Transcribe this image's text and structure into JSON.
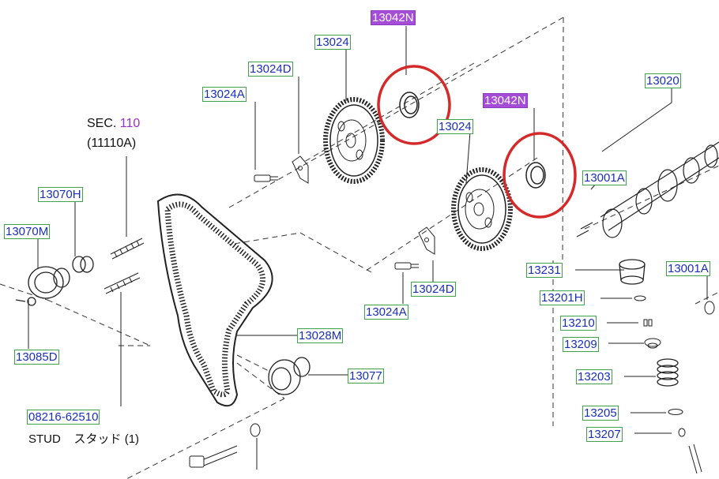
{
  "parts": {
    "seal_top": "13042N",
    "seal_right": "13042N",
    "sprocket_top": "13024",
    "sprocket_mid": "13024",
    "key_top": "13024D",
    "bolt_top": "13024A",
    "camshaft": "13020",
    "camshaft_plug": "13001A",
    "camshaft_plug_right": "13001A",
    "tensioner_spring": "13070H",
    "tensioner": "13070M",
    "tensioner_bolt": "13085D",
    "key_mid": "13024D",
    "bolt_mid": "13024A",
    "lifter": "13231",
    "shim": "13201H",
    "collet": "13210",
    "retainer": "13209",
    "valve_spring": "13203",
    "spring_seat": "13205",
    "valve": "13207",
    "belt": "13028M",
    "idler": "13077",
    "stud": "08216-62510"
  },
  "section": {
    "prefix": "SEC.",
    "number": "110",
    "ref": "(11110A)"
  },
  "stud_note": {
    "name": "STUD",
    "jp": "スタッド",
    "qty": "(1)"
  },
  "colors": {
    "label_text": "#1a2fb8",
    "label_border": "#3fa34d",
    "highlight": "#a64dd8",
    "circle": "#d42a2a"
  }
}
